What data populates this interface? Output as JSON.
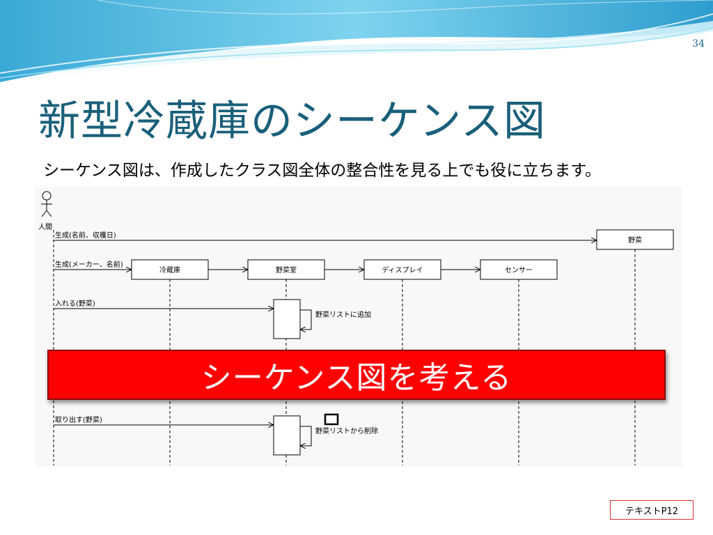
{
  "slide": {
    "page_number": "34",
    "title": "新型冷蔵庫のシーケンス図",
    "subtitle": "シーケンス図は、作成したクラス図全体の整合性を見る上でも役に立ちます。",
    "banner": "シーケンス図を考える",
    "text_reference": "テキストP12"
  },
  "diagram": {
    "actor": "人間",
    "objects": [
      "冷蔵庫",
      "野菜室",
      "ディスプレイ",
      "センサー",
      "野菜"
    ],
    "messages": [
      "生成(名前、収穫日)",
      "生成(メーカー、名前)",
      "入れる(野菜)",
      "取り出す(野菜)"
    ],
    "self_messages": [
      "野菜リストに追加",
      "野菜リストから削除"
    ]
  },
  "colors": {
    "title": "#1a5f7a",
    "banner_bg": "#ff0000",
    "banner_text": "#ffffff",
    "text_ref_border": "#e03030",
    "wave": "#5bc0e0"
  }
}
